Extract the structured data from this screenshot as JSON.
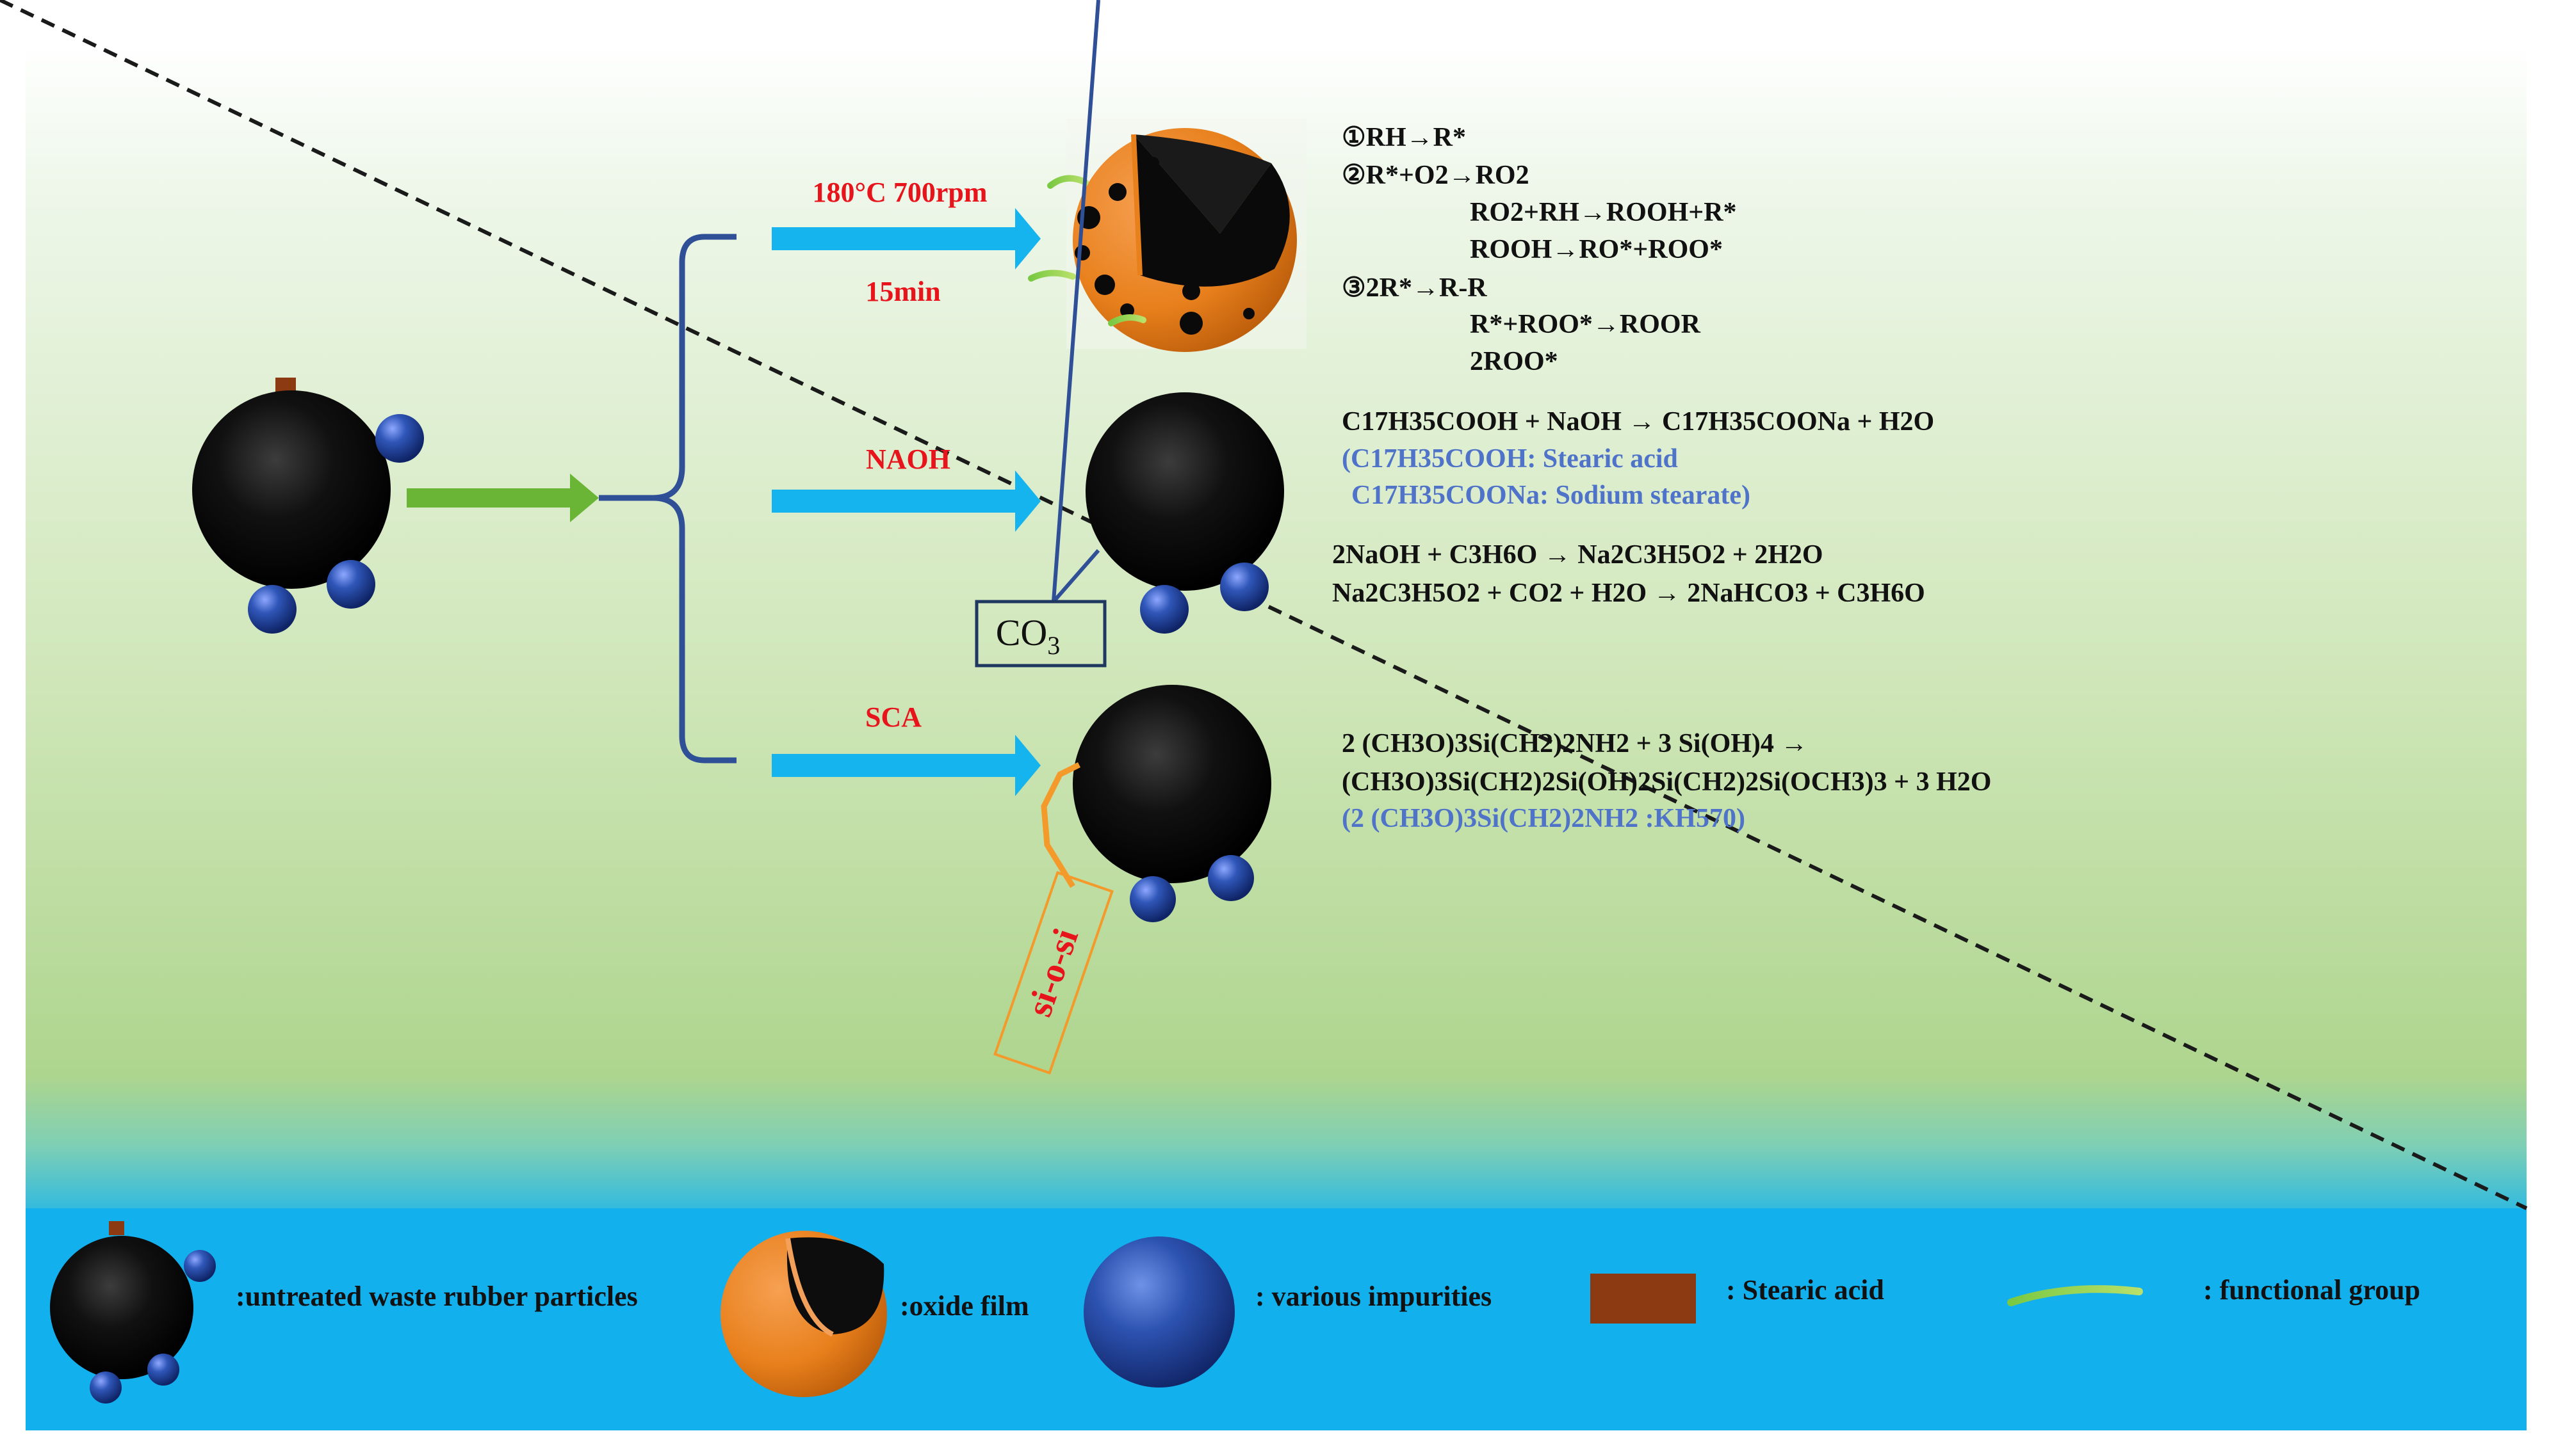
{
  "treatments": {
    "thermal": {
      "condition_top": "180°C 700rpm",
      "condition_bottom": "15min"
    },
    "naoh": {
      "label": "NAOH",
      "box_label": "CO",
      "box_label_sub": "3"
    },
    "sca": {
      "label": "SCA",
      "tag": "si-o-si"
    }
  },
  "reactions": {
    "oxidation": {
      "line1": "①RH→R*",
      "line2": "②R*+O2→RO2",
      "line3": "RO2+RH→ROOH+R*",
      "line4": "ROOH→RO*+ROO*",
      "line5": "③2R*→R-R",
      "line6": "R*+ROO*→ROOR",
      "line7": "2ROO*"
    },
    "naoh": {
      "eq1": "C17H35COOH + NaOH → C17H35COONa + H2O",
      "note1": "(C17H35COOH: Stearic acid",
      "note2": "C17H35COONa: Sodium stearate)",
      "eq2": "2NaOH + C3H6O → Na2C3H5O2 + 2H2O",
      "eq3": "Na2C3H5O2 + CO2 + H2O → 2NaHCO3 + C3H6O"
    },
    "sca": {
      "eq1": "2 (CH3O)3Si(CH2)2NH2 + 3 Si(OH)4 →",
      "eq2": "(CH3O)3Si(CH2)2Si(OH)2Si(CH2)2Si(OCH3)3 + 3 H2O",
      "note": "(2 (CH3O)3Si(CH2)2NH2 :KH570)"
    }
  },
  "legend": {
    "particles": ":untreated waste rubber particles",
    "oxide": ":oxide film",
    "impurities": ":  various impurities",
    "stearic": ":  Stearic acid",
    "functional": ":  functional group"
  },
  "colors": {
    "red_label": "#e8141c",
    "blue_note": "#4e73c8",
    "arrow_blue": "#16b4ef",
    "arrow_green": "#6bb536",
    "brace": "#2f4f97",
    "orange_shell": "#ef8a1e",
    "legend_band": "#13b0ee"
  }
}
